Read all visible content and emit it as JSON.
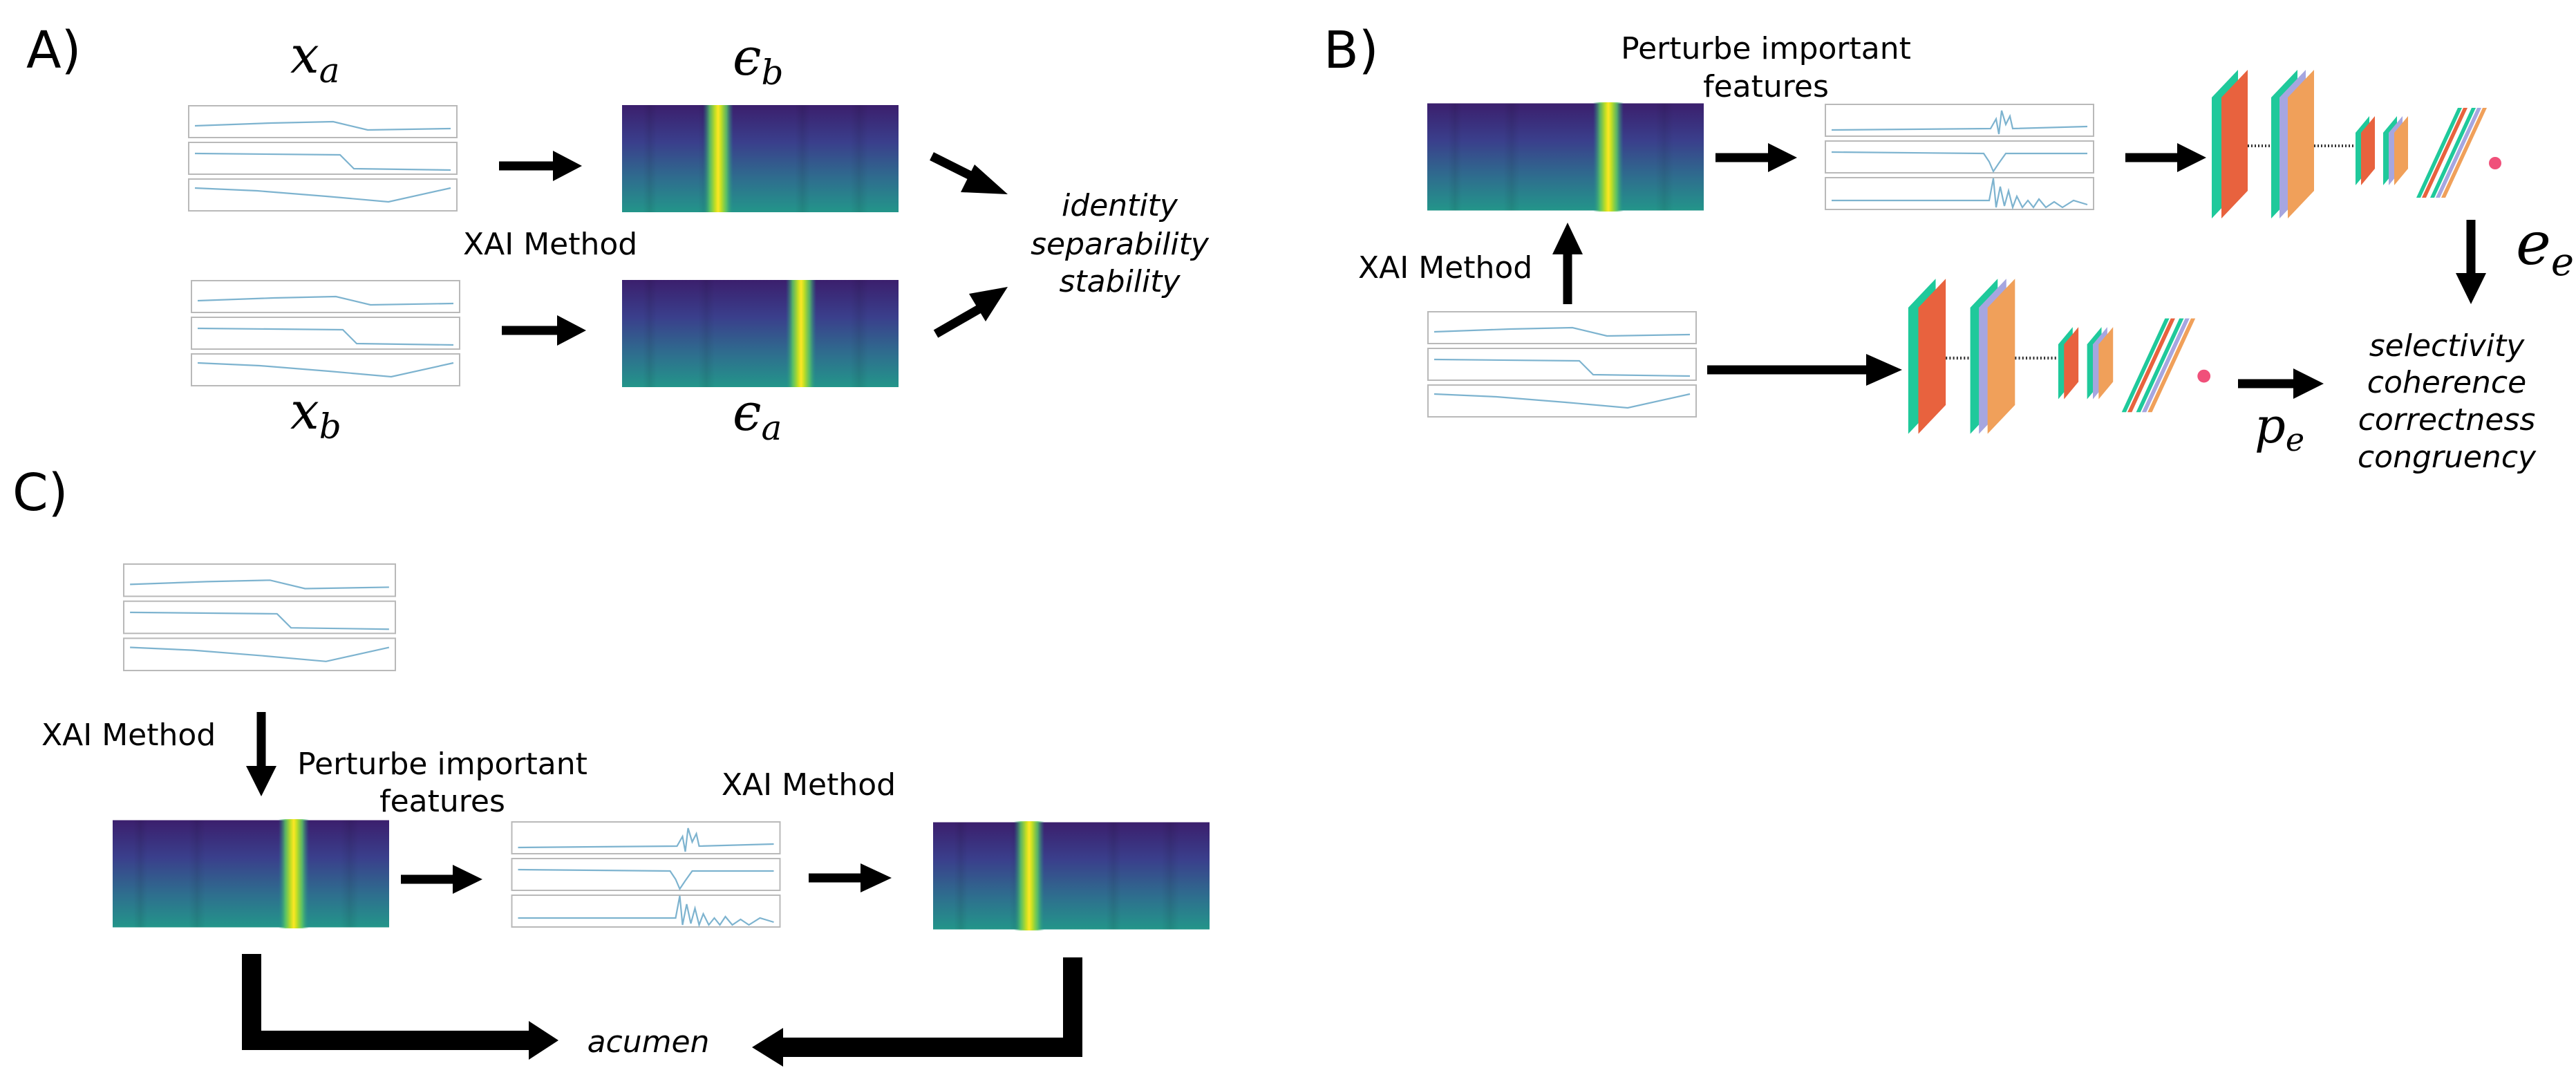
{
  "panels": {
    "a": {
      "label": "A)",
      "xa": "x",
      "xa_sub": "a",
      "xb": "x",
      "xb_sub": "b",
      "eps_b": "ϵ",
      "eps_b_sub": "b",
      "eps_a": "ϵ",
      "eps_a_sub": "a",
      "xai": "XAI Method",
      "metrics": [
        "identity",
        "separability",
        "stability"
      ]
    },
    "b": {
      "label": "B)",
      "perturb_line1": "Perturbe important",
      "perturb_line2": "features",
      "xai": "XAI Method",
      "ee": "e",
      "ee_sub": "e",
      "pe": "p",
      "pe_sub": "e",
      "metrics": [
        "selectivity",
        "coherence",
        "correctness",
        "congruency"
      ]
    },
    "c": {
      "label": "C)",
      "xai_1": "XAI Method",
      "perturb_line1": "Perturbe important",
      "perturb_line2": "features",
      "xai_2": "XAI Method",
      "metric": "acumen"
    }
  },
  "colors": {
    "heatmap_dark": "#3b1f6d",
    "heatmap_mid": "#31678e",
    "heatmap_teal": "#21918c",
    "heatmap_bright": "#fde725",
    "cnn_green": "#1fc99b",
    "cnn_orange": "#f0a05a",
    "cnn_red": "#e8623e",
    "cnn_lavender": "#a6a6e0",
    "output_dot": "#f0507a",
    "signal_line": "#7db3cf"
  },
  "icons": {
    "arrows": "black-block-arrow",
    "model": "cnn-layer-stack",
    "explanation": "viridis-heatmap",
    "input": "time-series-triple-panel"
  }
}
